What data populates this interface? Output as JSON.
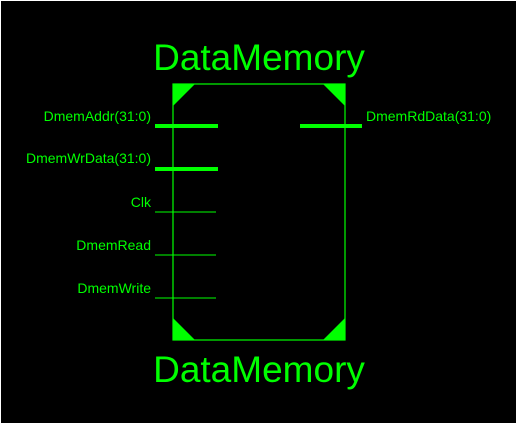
{
  "block": {
    "title_top": "DataMemory",
    "title_bottom": "DataMemory"
  },
  "pins": {
    "dmem_addr": {
      "label": "DmemAddr(31:0)",
      "direction": "input",
      "kind": "bus"
    },
    "dmem_wr_data": {
      "label": "DmemWrData(31:0)",
      "direction": "input",
      "kind": "bus"
    },
    "clk": {
      "label": "Clk",
      "direction": "input",
      "kind": "wire"
    },
    "dmem_read": {
      "label": "DmemRead",
      "direction": "input",
      "kind": "wire"
    },
    "dmem_write": {
      "label": "DmemWrite",
      "direction": "input",
      "kind": "wire"
    },
    "dmem_rd_data": {
      "label": "DmemRdData(31:0)",
      "direction": "output",
      "kind": "bus"
    }
  },
  "colors": {
    "background": "#000000",
    "symbol": "#00ff00",
    "frame": "#ffffff"
  }
}
